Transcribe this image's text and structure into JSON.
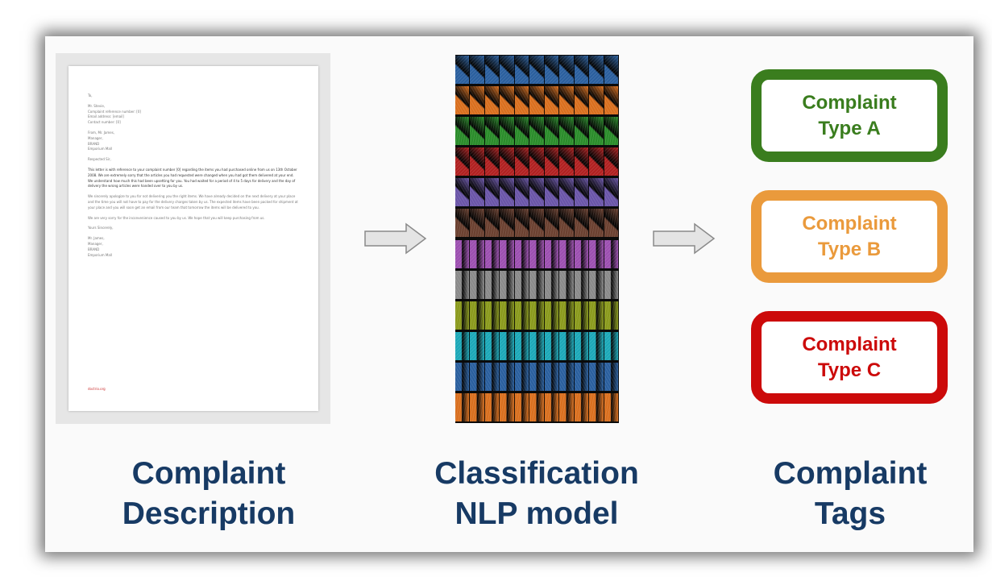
{
  "document": {
    "lines_a": [
      "To,"
    ],
    "lines_b": [
      "Mr. Stevie,",
      "Complaint reference number: [0]",
      "Email address: [email]",
      "Contact number: [0]"
    ],
    "lines_c": [
      "From, Mr. James,",
      "Manager,",
      "BRAND",
      "Emporium Mall"
    ],
    "salutation": "Respected Sir,",
    "para1": "This letter is with reference to your complaint number [0] regarding the items you had purchased online from us on 13th October 2008. We are extremely sorry that the articles you had requested were changed when you had got them delivered at your end. We understand how much this had been upsetting for you. You had waited for a period of 4 to 5 days for delivery and the day of delivery the wrong articles were handed over to you by us.",
    "para2": "We sincerely apologize to you for not delivering you the right items. We have already decided on the next delivery at your place and the time you will not have to pay for the delivery charges taken by us. The expected items have been packed for shipment at your place and you will soon get an email from our team that tomorrow the items will be delivered to you.",
    "para3": "We are very sorry for the inconvenience caused to you by us. We hope that you will keep purchasing from us.",
    "closing": "Yours Sincerely,",
    "lines_d": [
      "Mr. James,",
      "Manager,",
      "BRAND",
      "Emporium Mall"
    ],
    "footer": "doctrio.org"
  },
  "model_colors": [
    "#2a5f9e",
    "#d96f1e",
    "#2a8c2a",
    "#b02020",
    "#6a55a8",
    "#6b4030",
    "#9c4fb0",
    "#8a8a8a",
    "#8a9a1c",
    "#1ca8b8",
    "#2a5f9e",
    "#d96f1e"
  ],
  "tags": [
    {
      "line1": "Complaint",
      "line2": "Type A",
      "color": "#3a7d1e"
    },
    {
      "line1": "Complaint",
      "line2": "Type B",
      "color": "#ea9a3c"
    },
    {
      "line1": "Complaint",
      "line2": "Type C",
      "color": "#cc0a0a"
    }
  ],
  "captions": [
    {
      "line1": "Complaint",
      "line2": "Description"
    },
    {
      "line1": "Classification",
      "line2": "NLP model"
    },
    {
      "line1": "Complaint",
      "line2": "Tags"
    }
  ]
}
